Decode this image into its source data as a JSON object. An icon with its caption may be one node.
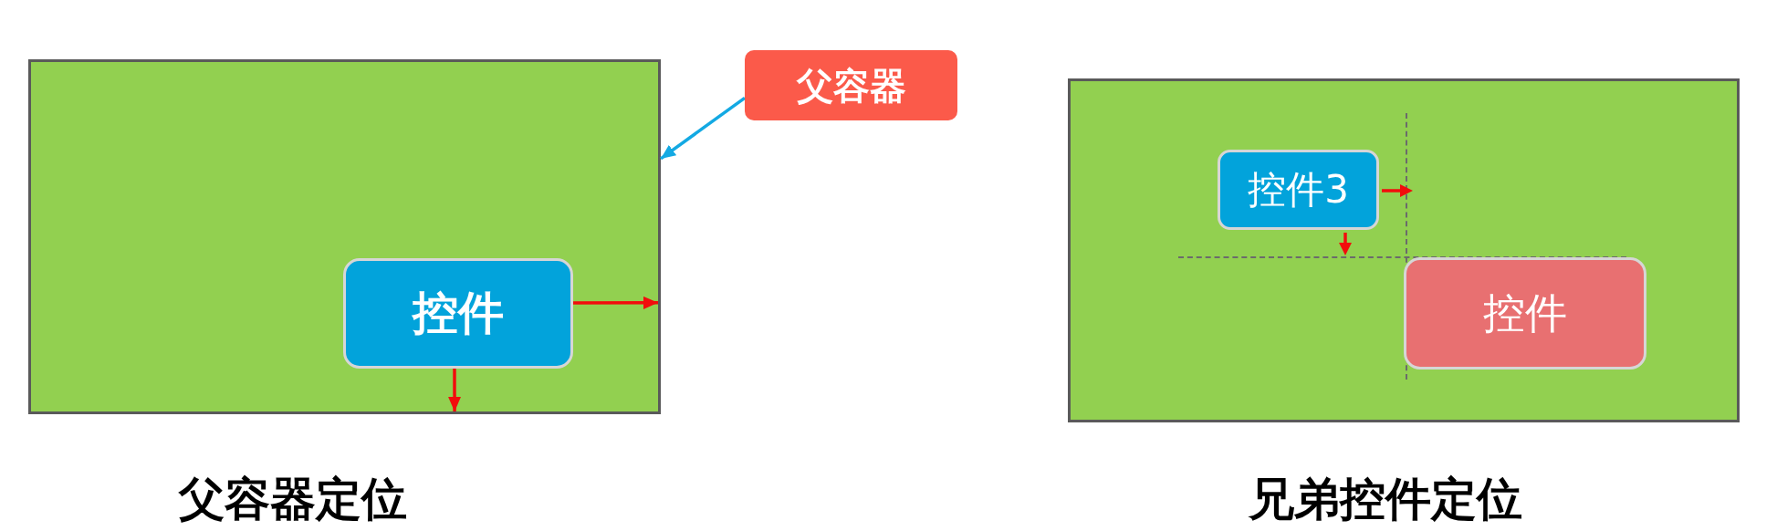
{
  "diagram": {
    "nodes": [
      {
        "text": [],
        "shape": "box",
        "beside": [
          "父容器定位"
        ]
      },
      {
        "text": [
          "父容器"
        ]
      },
      {
        "text": [
          "控件"
        ],
        "in": 0
      },
      {
        "text": [],
        "shape": "box",
        "beside": [
          "兄弟控件定位"
        ]
      },
      {
        "text": [
          "控件3"
        ],
        "in": 3
      },
      {
        "text": [
          "控件"
        ],
        "in": 3
      }
    ],
    "edges": [
      {
        "from": 1,
        "to": 0,
        "arrow": "to",
        "color": "#13a9e3"
      },
      {
        "from": 2,
        "to": 0,
        "arrow": "to"
      },
      {
        "from": 2,
        "to": 0,
        "arrow": "to"
      }
    ]
  }
}
